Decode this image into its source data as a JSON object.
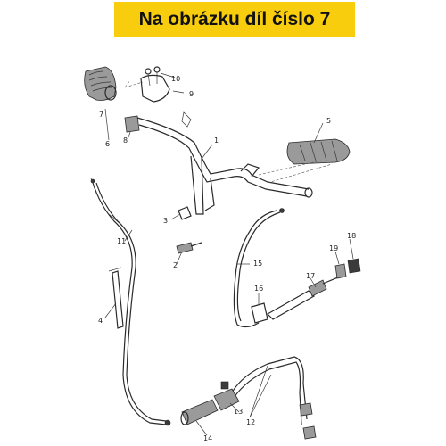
{
  "banner": {
    "text": "Na obrázku díl číslo 7"
  },
  "colors": {
    "banner_bg": "#f8cd0e",
    "line": "#2a2a2a"
  },
  "callouts": {
    "c1": "1",
    "c2": "2",
    "c3": "3",
    "c4": "4",
    "c5": "5",
    "c6": "6",
    "c7": "7",
    "c8": "8",
    "c9": "9",
    "c10": "10",
    "c11": "11",
    "c12": "12",
    "c13": "13",
    "c14": "14",
    "c15": "15",
    "c16": "16",
    "c17": "17",
    "c18": "18",
    "c19": "19"
  }
}
